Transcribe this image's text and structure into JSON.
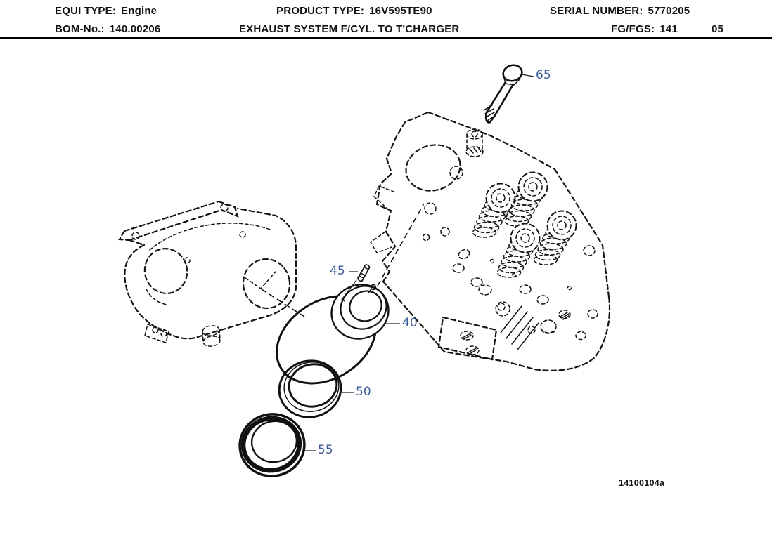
{
  "header": {
    "equi_type_label": "EQUI TYPE:",
    "equi_type_value": "Engine",
    "product_type_label": "PRODUCT TYPE:",
    "product_type_value": "16V595TE90",
    "serial_number_label": "SERIAL NUMBER:",
    "serial_number_value": "5770205",
    "bom_no_label": "BOM-No.:",
    "bom_no_value": "140.00206",
    "title": "EXHAUST SYSTEM F/CYL. TO T'CHARGER",
    "fg_fgs_label": "FG/FGS:",
    "fg_fgs_value": "141",
    "sheet_number": "05"
  },
  "diagram": {
    "callouts": [
      {
        "id": "65"
      },
      {
        "id": "45"
      },
      {
        "id": "40"
      },
      {
        "id": "50"
      },
      {
        "id": "55"
      }
    ],
    "drawing_number": "14100104a",
    "colors": {
      "callout_text": "#3e5c99",
      "line": "#111111"
    }
  }
}
